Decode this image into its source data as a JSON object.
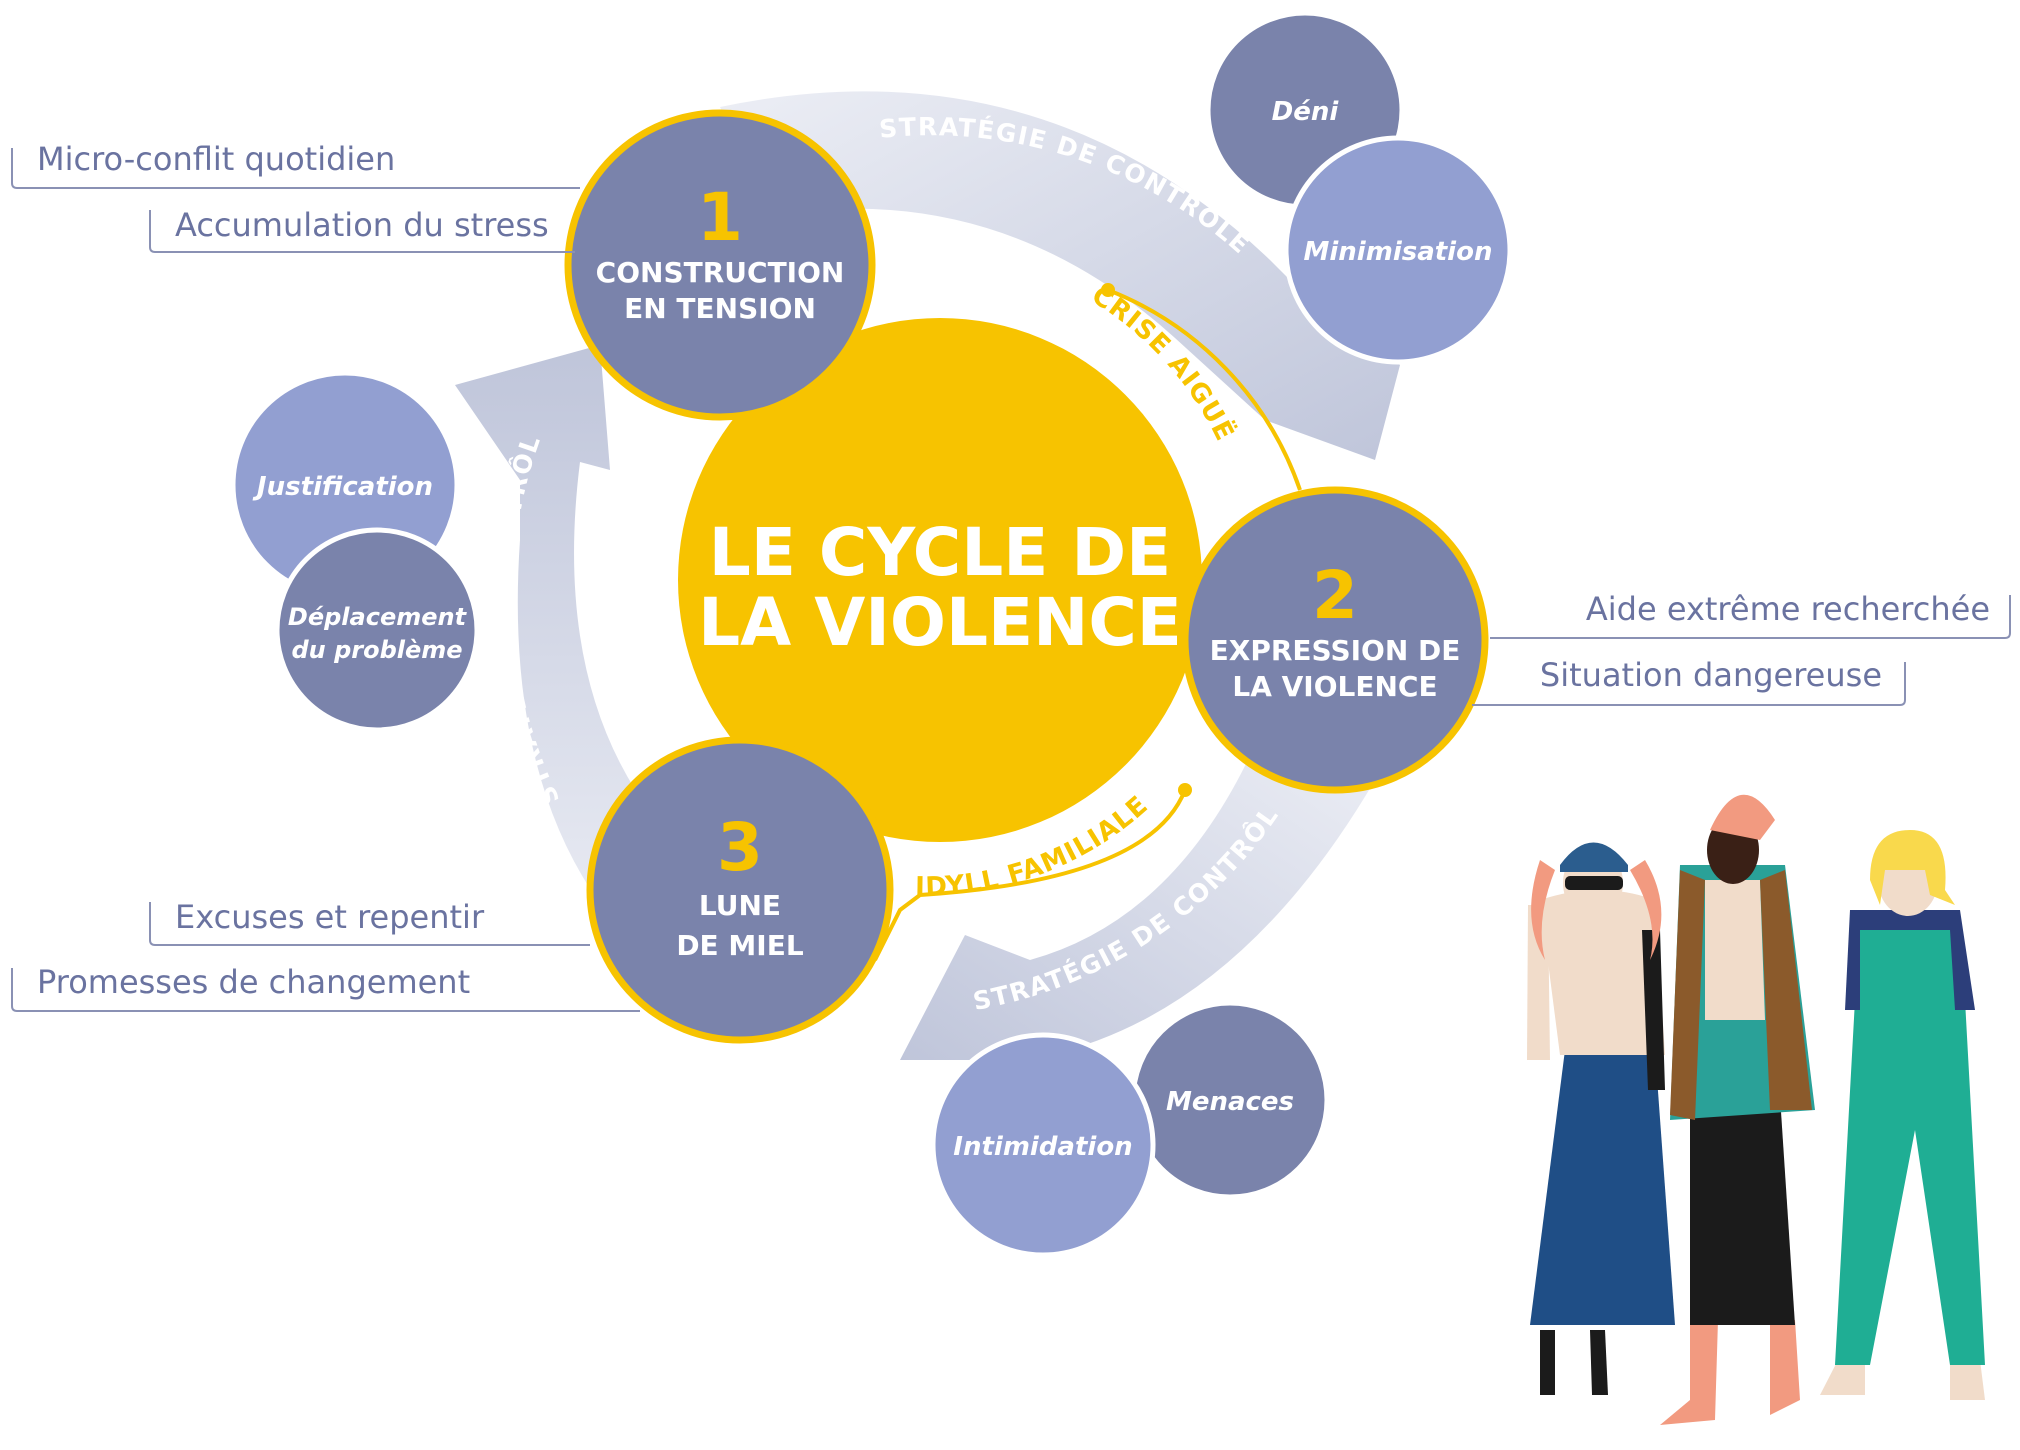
{
  "title_line1": "LE CYCLE DE",
  "title_line2": "LA VIOLENCE",
  "phases": [
    {
      "number": "1",
      "line1": "CONSTRUCTION",
      "line2": "EN TENSION"
    },
    {
      "number": "2",
      "line1": "EXPRESSION DE",
      "line2": "LA VIOLENCE"
    },
    {
      "number": "3",
      "line1": "LUNE",
      "line2": "DE MIEL"
    }
  ],
  "arrow_label": "STRATÉGIE DE CONTRÔLE",
  "transitions": {
    "crise": "CRISE AIGUË",
    "idyll": "IDYLL FAMILIALE"
  },
  "satellites": {
    "deni": "Déni",
    "minimisation": "Minimisation",
    "justification": "Justification",
    "deplacement_line1": "Déplacement",
    "deplacement_line2": "du problème",
    "menaces": "Menaces",
    "intimidation": "Intimidation"
  },
  "side_labels": {
    "micro": "Micro-conflit quotidien",
    "stress": "Accumulation du stress",
    "aide": "Aide extrême recherchée",
    "situation": "Situation dangereuse",
    "excuses": "Excuses et repentir",
    "promesses": "Promesses de changement"
  },
  "colors": {
    "yellow": "#f7c300",
    "phase_circle": "#7a83ab",
    "light_circle": "#929fd1",
    "arrow": "#c6cbde",
    "side_text": "#6a73a0"
  }
}
